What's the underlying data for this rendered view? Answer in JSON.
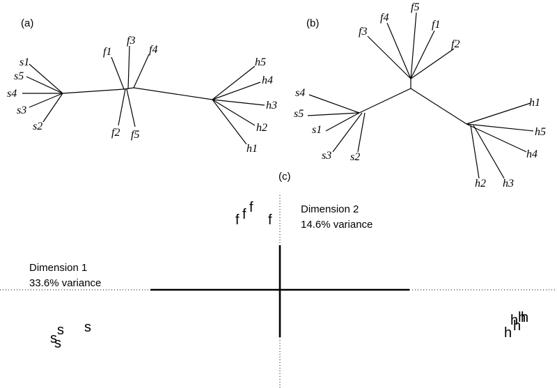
{
  "panels": {
    "a": {
      "label": "(a)"
    },
    "b": {
      "label": "(b)"
    },
    "c": {
      "label": "(c)"
    }
  },
  "tree_a": {
    "leaves": [
      "s1",
      "s5",
      "s4",
      "s3",
      "s2",
      "f1",
      "f3",
      "f4",
      "f2",
      "f5",
      "h5",
      "h4",
      "h3",
      "h2",
      "h1"
    ]
  },
  "tree_b": {
    "leaves": [
      "f4",
      "f5",
      "f3",
      "f1",
      "f2",
      "s4",
      "s5",
      "s1",
      "s3",
      "s2",
      "h1",
      "h5",
      "h4",
      "h2",
      "h3"
    ]
  },
  "scatter": {
    "dim1": {
      "name": "Dimension 1",
      "variance": "33.6% variance"
    },
    "dim2": {
      "name": "Dimension 2",
      "variance": "14.6% variance"
    },
    "points": {
      "f": [
        "f",
        "f",
        "f",
        "f"
      ],
      "s": [
        "s",
        "s",
        "s",
        "s"
      ],
      "h": [
        "h",
        "h",
        "h",
        "h",
        "h"
      ]
    }
  }
}
